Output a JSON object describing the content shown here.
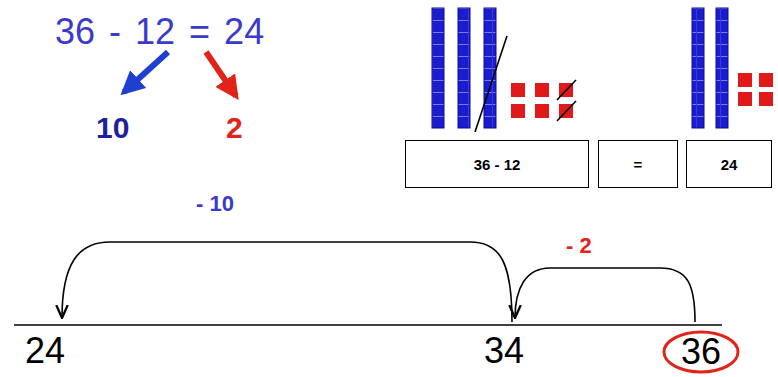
{
  "diagram": {
    "nodes": [
      {
        "text": [
          "36 - 12"
        ]
      },
      {
        "text": [
          "="
        ]
      },
      {
        "text": [
          "24"
        ]
      },
      {
        "text": [
          "36"
        ]
      }
    ],
    "labels": [
      "36 - 12 = 24",
      "10",
      "2",
      "- 10",
      "- 2",
      "24",
      "34"
    ]
  }
}
